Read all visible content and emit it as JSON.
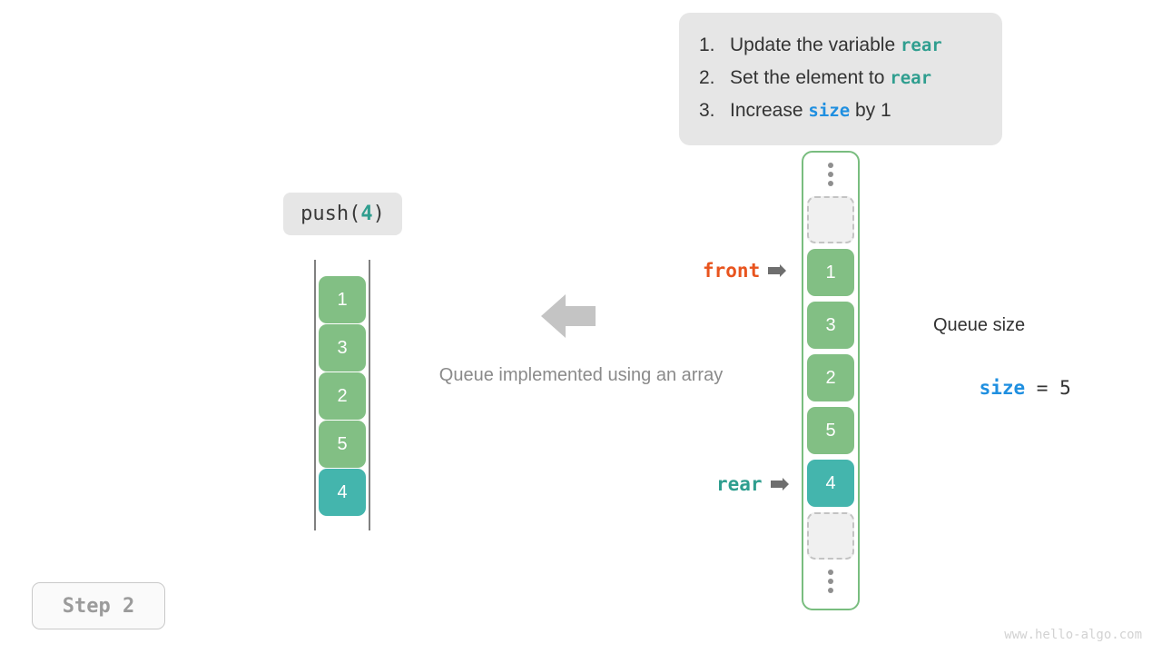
{
  "instructions": {
    "items": [
      {
        "num": "1.",
        "pre": "Update the variable ",
        "keyword": "rear",
        "keyword_color": "teal",
        "post": ""
      },
      {
        "num": "2.",
        "pre": "Set the element to ",
        "keyword": "rear",
        "keyword_color": "teal",
        "post": ""
      },
      {
        "num": "3.",
        "pre": "Increase ",
        "keyword": "size",
        "keyword_color": "blue",
        "post": " by 1"
      }
    ]
  },
  "operation": {
    "name": "push(",
    "arg": "4",
    "close": ")"
  },
  "left_array": {
    "cells": [
      {
        "value": "1",
        "style": "green"
      },
      {
        "value": "3",
        "style": "green"
      },
      {
        "value": "2",
        "style": "green"
      },
      {
        "value": "5",
        "style": "green"
      },
      {
        "value": "4",
        "style": "teal"
      }
    ]
  },
  "caption": "Queue implemented using an array",
  "queue": {
    "cells": [
      {
        "value": "",
        "style": "empty"
      },
      {
        "value": "1",
        "style": "green"
      },
      {
        "value": "3",
        "style": "green"
      },
      {
        "value": "2",
        "style": "green"
      },
      {
        "value": "5",
        "style": "green"
      },
      {
        "value": "4",
        "style": "teal"
      },
      {
        "value": "",
        "style": "empty"
      }
    ]
  },
  "pointers": {
    "front": "front",
    "rear": "rear"
  },
  "size_info": {
    "title": "Queue size",
    "variable": "size",
    "equals": " = ",
    "value": "5"
  },
  "step_badge": "Step 2",
  "watermark": "www.hello-algo.com",
  "colors": {
    "green": "#82bf84",
    "teal": "#44b5ad",
    "front_orange": "#e8541e",
    "rear_teal": "#2f9e8f",
    "size_blue": "#1f8fe0",
    "panel_gray": "#e6e6e6",
    "container_border": "#79bd7f"
  }
}
